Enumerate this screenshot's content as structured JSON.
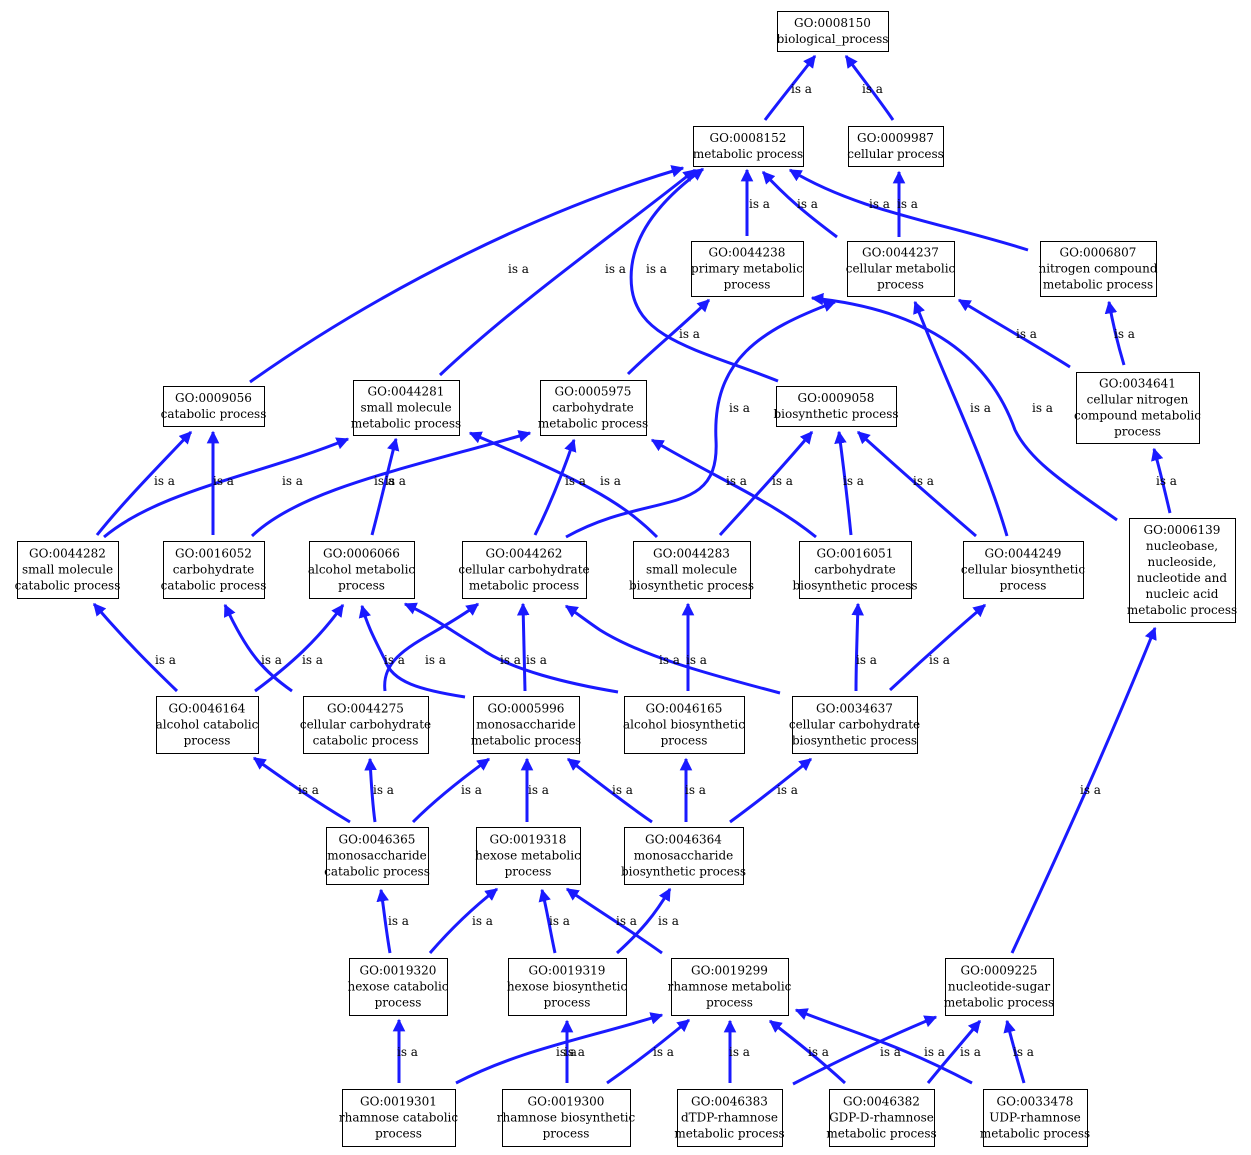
{
  "colors": {
    "edge": "#1a1aff",
    "node_border": "#000000",
    "background": "#ffffff"
  },
  "nodes": [
    {
      "id": "GO:0008150",
      "lines": [
        "GO:0008150",
        "biological_process"
      ]
    },
    {
      "id": "GO:0008152",
      "lines": [
        "GO:0008152",
        "metabolic process"
      ]
    },
    {
      "id": "GO:0009987",
      "lines": [
        "GO:0009987",
        "cellular process"
      ]
    },
    {
      "id": "GO:0044238",
      "lines": [
        "GO:0044238",
        "primary metabolic",
        "process"
      ]
    },
    {
      "id": "GO:0044237",
      "lines": [
        "GO:0044237",
        "cellular metabolic",
        "process"
      ]
    },
    {
      "id": "GO:0006807",
      "lines": [
        "GO:0006807",
        "nitrogen compound",
        "metabolic process"
      ]
    },
    {
      "id": "GO:0009056",
      "lines": [
        "GO:0009056",
        "catabolic process"
      ]
    },
    {
      "id": "GO:0044281",
      "lines": [
        "GO:0044281",
        "small molecule",
        "metabolic process"
      ]
    },
    {
      "id": "GO:0005975",
      "lines": [
        "GO:0005975",
        "carbohydrate",
        "metabolic process"
      ]
    },
    {
      "id": "GO:0009058",
      "lines": [
        "GO:0009058",
        "biosynthetic process"
      ]
    },
    {
      "id": "GO:0034641",
      "lines": [
        "GO:0034641",
        "cellular nitrogen",
        "compound metabolic",
        "process"
      ]
    },
    {
      "id": "GO:0044282",
      "lines": [
        "GO:0044282",
        "small molecule",
        "catabolic process"
      ]
    },
    {
      "id": "GO:0016052",
      "lines": [
        "GO:0016052",
        "carbohydrate",
        "catabolic process"
      ]
    },
    {
      "id": "GO:0006066",
      "lines": [
        "GO:0006066",
        "alcohol metabolic",
        "process"
      ]
    },
    {
      "id": "GO:0044262",
      "lines": [
        "GO:0044262",
        "cellular carbohydrate",
        "metabolic process"
      ]
    },
    {
      "id": "GO:0044283",
      "lines": [
        "GO:0044283",
        "small molecule",
        "biosynthetic process"
      ]
    },
    {
      "id": "GO:0016051",
      "lines": [
        "GO:0016051",
        "carbohydrate",
        "biosynthetic process"
      ]
    },
    {
      "id": "GO:0044249",
      "lines": [
        "GO:0044249",
        "cellular biosynthetic",
        "process"
      ]
    },
    {
      "id": "GO:0006139",
      "lines": [
        "GO:0006139",
        "nucleobase,",
        "nucleoside,",
        "nucleotide and",
        "nucleic acid",
        "metabolic process"
      ]
    },
    {
      "id": "GO:0046164",
      "lines": [
        "GO:0046164",
        "alcohol catabolic",
        "process"
      ]
    },
    {
      "id": "GO:0044275",
      "lines": [
        "GO:0044275",
        "cellular carbohydrate",
        "catabolic process"
      ]
    },
    {
      "id": "GO:0005996",
      "lines": [
        "GO:0005996",
        "monosaccharide",
        "metabolic process"
      ]
    },
    {
      "id": "GO:0046165",
      "lines": [
        "GO:0046165",
        "alcohol biosynthetic",
        "process"
      ]
    },
    {
      "id": "GO:0034637",
      "lines": [
        "GO:0034637",
        "cellular carbohydrate",
        "biosynthetic process"
      ]
    },
    {
      "id": "GO:0046365",
      "lines": [
        "GO:0046365",
        "monosaccharide",
        "catabolic process"
      ]
    },
    {
      "id": "GO:0019318",
      "lines": [
        "GO:0019318",
        "hexose metabolic",
        "process"
      ]
    },
    {
      "id": "GO:0046364",
      "lines": [
        "GO:0046364",
        "monosaccharide",
        "biosynthetic process"
      ]
    },
    {
      "id": "GO:0019320",
      "lines": [
        "GO:0019320",
        "hexose catabolic",
        "process"
      ]
    },
    {
      "id": "GO:0019319",
      "lines": [
        "GO:0019319",
        "hexose biosynthetic",
        "process"
      ]
    },
    {
      "id": "GO:0019299",
      "lines": [
        "GO:0019299",
        "rhamnose metabolic",
        "process"
      ]
    },
    {
      "id": "GO:0009225",
      "lines": [
        "GO:0009225",
        "nucleotide-sugar",
        "metabolic process"
      ]
    },
    {
      "id": "GO:0019301",
      "lines": [
        "GO:0019301",
        "rhamnose catabolic",
        "process"
      ]
    },
    {
      "id": "GO:0019300",
      "lines": [
        "GO:0019300",
        "rhamnose biosynthetic",
        "process"
      ]
    },
    {
      "id": "GO:0046383",
      "lines": [
        "GO:0046383",
        "dTDP-rhamnose",
        "metabolic process"
      ]
    },
    {
      "id": "GO:0046382",
      "lines": [
        "GO:0046382",
        "GDP-D-rhamnose",
        "metabolic process"
      ]
    },
    {
      "id": "GO:0033478",
      "lines": [
        "GO:0033478",
        "UDP-rhamnose",
        "metabolic process"
      ]
    }
  ],
  "edges": [
    {
      "from": "GO:0008152",
      "to": "GO:0008150",
      "label": "is a"
    },
    {
      "from": "GO:0009987",
      "to": "GO:0008150",
      "label": "is a"
    },
    {
      "from": "GO:0044238",
      "to": "GO:0008152",
      "label": "is a"
    },
    {
      "from": "GO:0044237",
      "to": "GO:0008152",
      "label": "is a"
    },
    {
      "from": "GO:0044237",
      "to": "GO:0009987",
      "label": "is a"
    },
    {
      "from": "GO:0006807",
      "to": "GO:0008152",
      "label": "is a"
    },
    {
      "from": "GO:0009056",
      "to": "GO:0008152",
      "label": "is a"
    },
    {
      "from": "GO:0044281",
      "to": "GO:0008152",
      "label": "is a"
    },
    {
      "from": "GO:0009058",
      "to": "GO:0008152",
      "label": "is a"
    },
    {
      "from": "GO:0005975",
      "to": "GO:0044238",
      "label": "is a"
    },
    {
      "from": "GO:0034641",
      "to": "GO:0044237",
      "label": "is a"
    },
    {
      "from": "GO:0034641",
      "to": "GO:0006807",
      "label": "is a"
    },
    {
      "from": "GO:0044282",
      "to": "GO:0009056",
      "label": "is a"
    },
    {
      "from": "GO:0044282",
      "to": "GO:0044281",
      "label": "is a"
    },
    {
      "from": "GO:0016052",
      "to": "GO:0009056",
      "label": "is a"
    },
    {
      "from": "GO:0016052",
      "to": "GO:0005975",
      "label": "is a"
    },
    {
      "from": "GO:0006066",
      "to": "GO:0044281",
      "label": "is a"
    },
    {
      "from": "GO:0044262",
      "to": "GO:0005975",
      "label": "is a"
    },
    {
      "from": "GO:0044262",
      "to": "GO:0044237",
      "label": "is a"
    },
    {
      "from": "GO:0044283",
      "to": "GO:0044281",
      "label": "is a"
    },
    {
      "from": "GO:0044283",
      "to": "GO:0009058",
      "label": "is a"
    },
    {
      "from": "GO:0016051",
      "to": "GO:0005975",
      "label": "is a"
    },
    {
      "from": "GO:0016051",
      "to": "GO:0009058",
      "label": "is a"
    },
    {
      "from": "GO:0044249",
      "to": "GO:0009058",
      "label": "is a"
    },
    {
      "from": "GO:0044249",
      "to": "GO:0044237",
      "label": "is a"
    },
    {
      "from": "GO:0006139",
      "to": "GO:0044238",
      "label": "is a"
    },
    {
      "from": "GO:0006139",
      "to": "GO:0034641",
      "label": "is a"
    },
    {
      "from": "GO:0046164",
      "to": "GO:0044282",
      "label": "is a"
    },
    {
      "from": "GO:0046164",
      "to": "GO:0006066",
      "label": "is a"
    },
    {
      "from": "GO:0044275",
      "to": "GO:0016052",
      "label": "is a"
    },
    {
      "from": "GO:0044275",
      "to": "GO:0044262",
      "label": "is a"
    },
    {
      "from": "GO:0005996",
      "to": "GO:0006066",
      "label": "is a"
    },
    {
      "from": "GO:0005996",
      "to": "GO:0044262",
      "label": "is a"
    },
    {
      "from": "GO:0046165",
      "to": "GO:0006066",
      "label": "is a"
    },
    {
      "from": "GO:0046165",
      "to": "GO:0044283",
      "label": "is a"
    },
    {
      "from": "GO:0034637",
      "to": "GO:0044262",
      "label": "is a"
    },
    {
      "from": "GO:0034637",
      "to": "GO:0016051",
      "label": "is a"
    },
    {
      "from": "GO:0034637",
      "to": "GO:0044249",
      "label": "is a"
    },
    {
      "from": "GO:0046365",
      "to": "GO:0046164",
      "label": "is a"
    },
    {
      "from": "GO:0046365",
      "to": "GO:0044275",
      "label": "is a"
    },
    {
      "from": "GO:0046365",
      "to": "GO:0005996",
      "label": "is a"
    },
    {
      "from": "GO:0019318",
      "to": "GO:0005996",
      "label": "is a"
    },
    {
      "from": "GO:0046364",
      "to": "GO:0005996",
      "label": "is a"
    },
    {
      "from": "GO:0046364",
      "to": "GO:0046165",
      "label": "is a"
    },
    {
      "from": "GO:0046364",
      "to": "GO:0034637",
      "label": "is a"
    },
    {
      "from": "GO:0019320",
      "to": "GO:0046365",
      "label": "is a"
    },
    {
      "from": "GO:0019320",
      "to": "GO:0019318",
      "label": "is a"
    },
    {
      "from": "GO:0019319",
      "to": "GO:0019318",
      "label": "is a"
    },
    {
      "from": "GO:0019319",
      "to": "GO:0046364",
      "label": "is a"
    },
    {
      "from": "GO:0019299",
      "to": "GO:0019318",
      "label": "is a"
    },
    {
      "from": "GO:0009225",
      "to": "GO:0006139",
      "label": "is a"
    },
    {
      "from": "GO:0019301",
      "to": "GO:0019320",
      "label": "is a"
    },
    {
      "from": "GO:0019301",
      "to": "GO:0019299",
      "label": "is a"
    },
    {
      "from": "GO:0019300",
      "to": "GO:0019319",
      "label": "is a"
    },
    {
      "from": "GO:0019300",
      "to": "GO:0019299",
      "label": "is a"
    },
    {
      "from": "GO:0046383",
      "to": "GO:0019299",
      "label": "is a"
    },
    {
      "from": "GO:0046383",
      "to": "GO:0009225",
      "label": "is a"
    },
    {
      "from": "GO:0046382",
      "to": "GO:0019299",
      "label": "is a"
    },
    {
      "from": "GO:0046382",
      "to": "GO:0009225",
      "label": "is a"
    },
    {
      "from": "GO:0033478",
      "to": "GO:0019299",
      "label": "is a"
    },
    {
      "from": "GO:0033478",
      "to": "GO:0009225",
      "label": "is a"
    }
  ]
}
